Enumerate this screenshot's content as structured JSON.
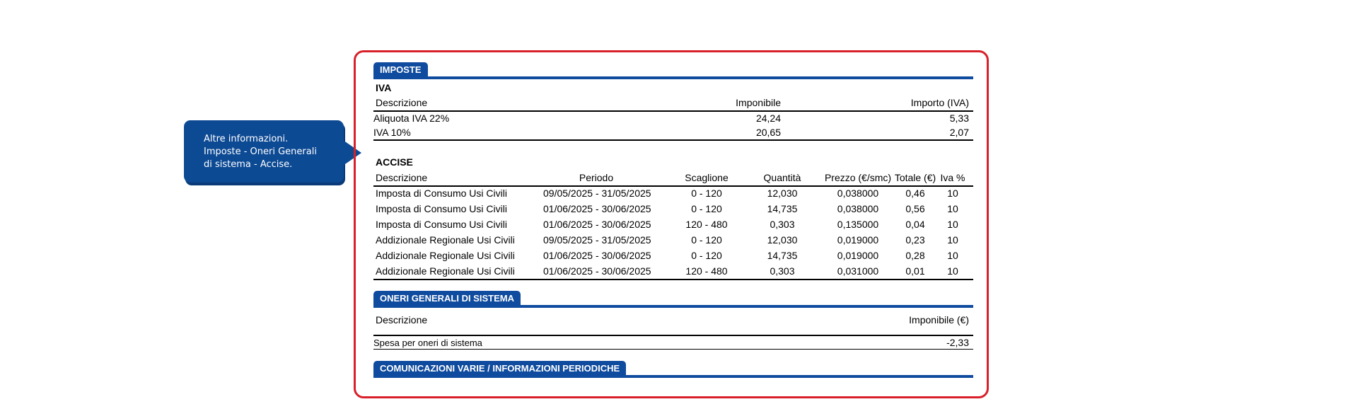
{
  "callout": {
    "lines": [
      "Altre informazioni.",
      "Imposte - Oneri Generali",
      "di sistema - Accise."
    ]
  },
  "imposte": {
    "tab_label": "IMPOSTE",
    "iva": {
      "title": "IVA",
      "headers": {
        "descrizione": "Descrizione",
        "imponibile": "Imponibile",
        "importo": "Importo (IVA)"
      },
      "rows": [
        {
          "descrizione": "Aliquota IVA 22%",
          "imponibile": "24,24",
          "importo": "5,33"
        },
        {
          "descrizione": "IVA 10%",
          "imponibile": "20,65",
          "importo": "2,07"
        }
      ]
    },
    "accise": {
      "title": "ACCISE",
      "headers": {
        "descrizione": "Descrizione",
        "periodo": "Periodo",
        "scaglione": "Scaglione",
        "quantita": "Quantità",
        "prezzo": "Prezzo (€/smc)",
        "totale": "Totale (€)",
        "iva": "Iva %"
      },
      "rows": [
        {
          "descrizione": "Imposta di Consumo Usi Civili",
          "periodo": "09/05/2025 - 31/05/2025",
          "scaglione": "0 - 120",
          "quantita": "12,030",
          "prezzo": "0,038000",
          "totale": "0,46",
          "iva": "10"
        },
        {
          "descrizione": "Imposta di Consumo Usi Civili",
          "periodo": "01/06/2025 - 30/06/2025",
          "scaglione": "0 - 120",
          "quantita": "14,735",
          "prezzo": "0,038000",
          "totale": "0,56",
          "iva": "10"
        },
        {
          "descrizione": "Imposta di Consumo Usi Civili",
          "periodo": "01/06/2025 - 30/06/2025",
          "scaglione": "120 - 480",
          "quantita": "0,303",
          "prezzo": "0,135000",
          "totale": "0,04",
          "iva": "10"
        },
        {
          "descrizione": "Addizionale Regionale Usi Civili",
          "periodo": "09/05/2025 - 31/05/2025",
          "scaglione": "0 - 120",
          "quantita": "12,030",
          "prezzo": "0,019000",
          "totale": "0,23",
          "iva": "10"
        },
        {
          "descrizione": "Addizionale Regionale Usi Civili",
          "periodo": "01/06/2025 - 30/06/2025",
          "scaglione": "0 - 120",
          "quantita": "14,735",
          "prezzo": "0,019000",
          "totale": "0,28",
          "iva": "10"
        },
        {
          "descrizione": "Addizionale Regionale Usi Civili",
          "periodo": "01/06/2025 - 30/06/2025",
          "scaglione": "120 - 480",
          "quantita": "0,303",
          "prezzo": "0,031000",
          "totale": "0,01",
          "iva": "10"
        }
      ]
    }
  },
  "oneri": {
    "tab_label": "ONERI GENERALI DI SISTEMA",
    "headers": {
      "descrizione": "Descrizione",
      "imponibile": "Imponibile (€)"
    },
    "rows": [
      {
        "descrizione": "Spesa per oneri di sistema",
        "imponibile": "-2,33"
      }
    ]
  },
  "comunicazioni": {
    "tab_label": "COMUNICAZIONI VARIE / INFORMAZIONI PERIODICHE"
  },
  "colors": {
    "frame": "#d8202a",
    "section_blue": "#0f4b9e",
    "callout_blue": "#0d4a94"
  }
}
